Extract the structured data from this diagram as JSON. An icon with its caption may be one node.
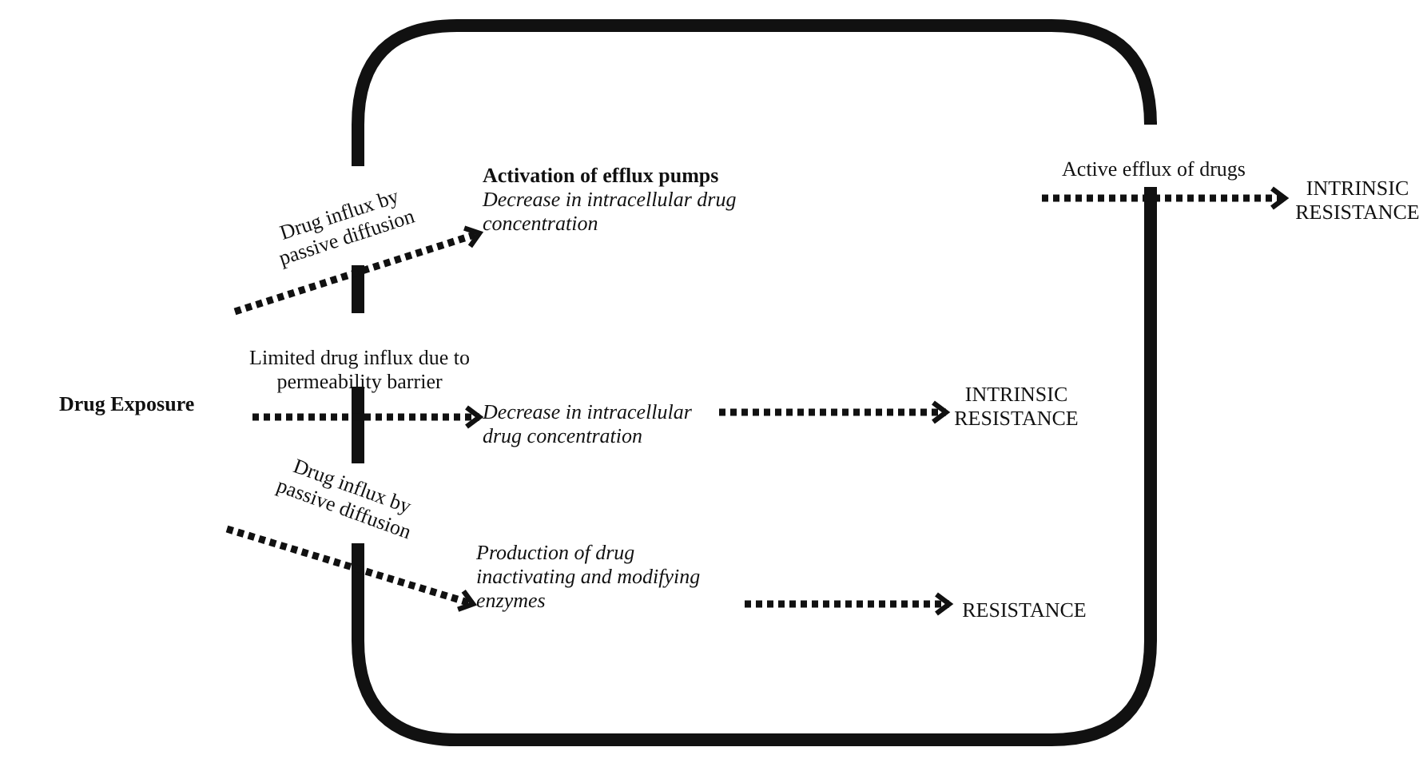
{
  "diagram": {
    "nodes": [
      {
        "text": [],
        "shape": "box"
      },
      {
        "text": [
          "Activation of efflux pumps",
          "Decrease in intracellular drug concentration"
        ],
        "in": 0
      },
      {
        "text": [
          "INTRINSIC RESISTANCE"
        ]
      },
      {
        "text": [
          "Decrease in intracellular drug concentration"
        ],
        "in": 0
      },
      {
        "text": [
          "INTRINSIC RESISTANCE"
        ],
        "in": 0
      },
      {
        "text": [
          "Production of drug inactivating and modifying enzymes"
        ],
        "in": 0
      },
      {
        "text": [
          "RESISTANCE"
        ],
        "in": 0
      }
    ],
    "edges": [
      {
        "from": null,
        "to": 1,
        "arrow": "to",
        "label": "Drug influx by passive diffusion"
      },
      {
        "from": null,
        "to": 2,
        "arrow": "to",
        "label": "Active efflux of drugs"
      },
      {
        "from": null,
        "to": 3,
        "arrow": "to",
        "label": "Limited drug influx due to permeability barrier"
      },
      {
        "from": 3,
        "to": 4,
        "arrow": "to"
      },
      {
        "from": null,
        "to": 5,
        "arrow": "to",
        "label": "Drug influx by passive diffusion"
      },
      {
        "from": 5,
        "to": 6,
        "arrow": "to"
      }
    ],
    "labels": [
      "Drug Exposure"
    ]
  }
}
